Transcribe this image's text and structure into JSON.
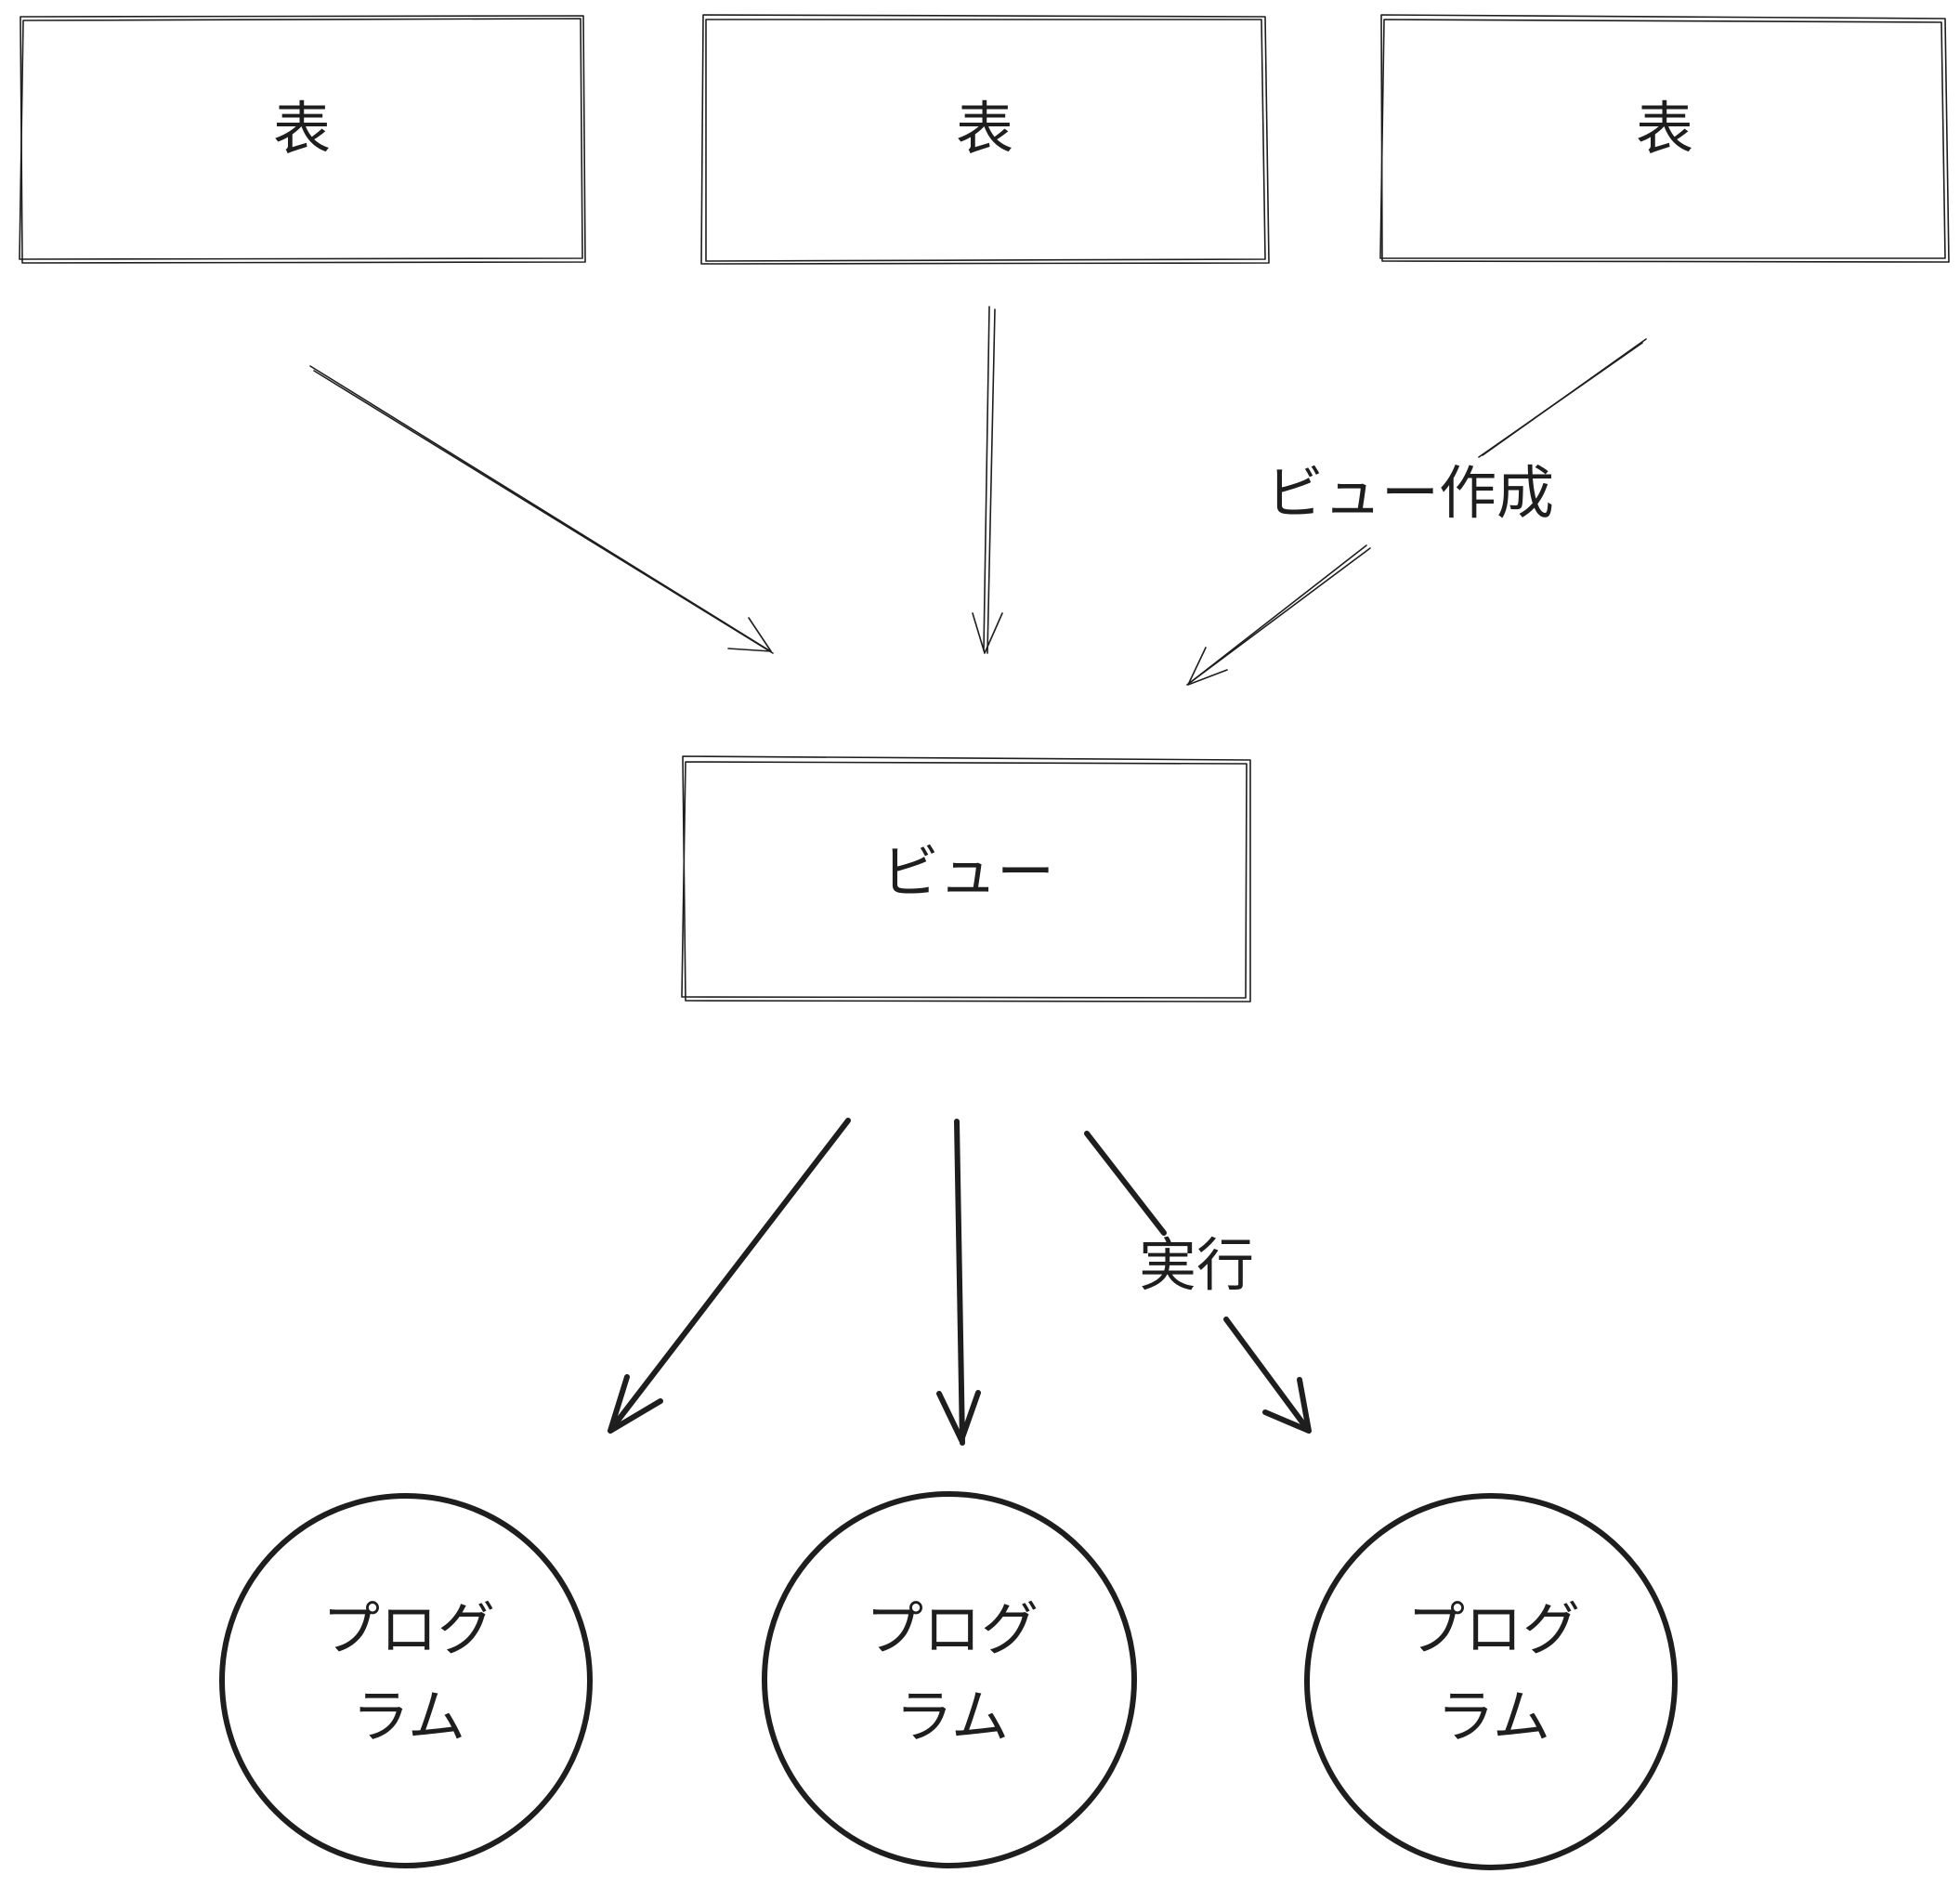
{
  "tables": [
    {
      "label": "表"
    },
    {
      "label": "表"
    },
    {
      "label": "表"
    }
  ],
  "view": {
    "label": "ビュー"
  },
  "create_view_label": "ビュー作成",
  "execute_label": "実行",
  "programs": [
    {
      "line1": "プログ",
      "line2": "ラム"
    },
    {
      "line1": "プログ",
      "line2": "ラム"
    },
    {
      "line1": "プログ",
      "line2": "ラム"
    }
  ],
  "colors": {
    "stroke": "#1e1e1e",
    "background": "#ffffff"
  }
}
